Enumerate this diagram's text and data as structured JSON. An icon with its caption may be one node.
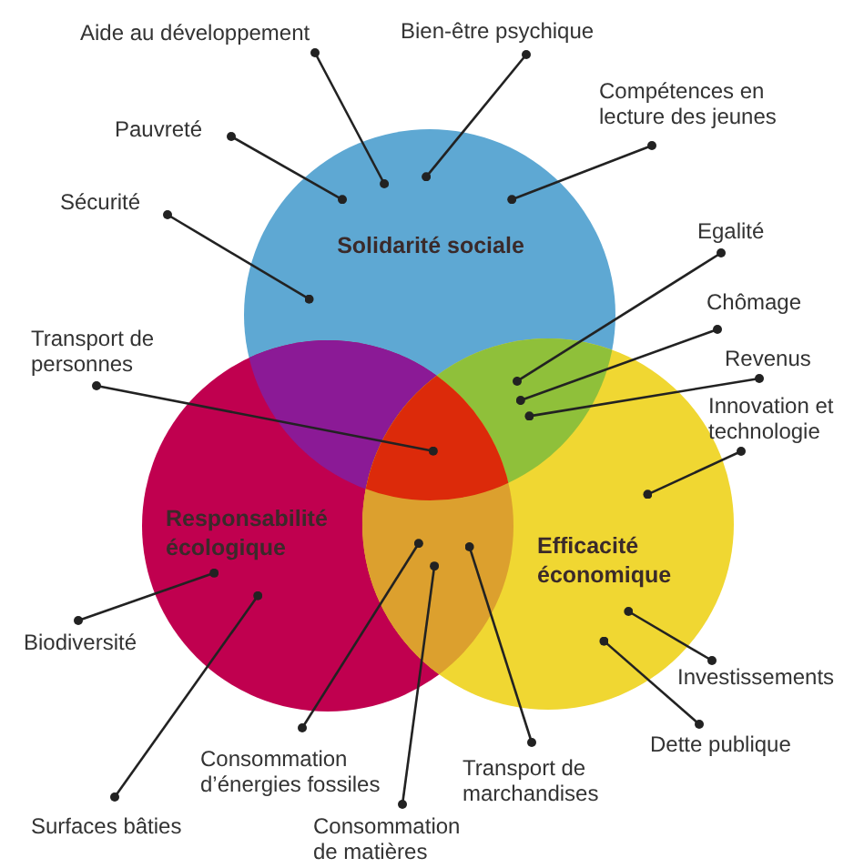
{
  "diagram": {
    "nodes": [
      {
        "text": [
          "Solidarité sociale"
        ]
      },
      {
        "text": [
          "Responsabilité écologique"
        ]
      },
      {
        "text": [
          "Efficacité économique"
        ]
      },
      {
        "text": [
          "Aide au développement"
        ]
      },
      {
        "text": [
          "Bien-être psychique"
        ]
      },
      {
        "text": [
          "Compétences en lecture des jeunes"
        ]
      },
      {
        "text": [
          "Pauvreté"
        ]
      },
      {
        "text": [
          "Sécurité"
        ]
      },
      {
        "text": [
          "Egalité"
        ]
      },
      {
        "text": [
          "Chômage"
        ]
      },
      {
        "text": [
          "Transport de personnes"
        ]
      },
      {
        "text": [
          "Revenus"
        ]
      },
      {
        "text": [
          "Innovation et technologie"
        ]
      },
      {
        "text": [
          "Biodiversité"
        ]
      },
      {
        "text": [
          "Investissements"
        ]
      },
      {
        "text": [
          "Dette publique"
        ]
      },
      {
        "text": [
          "Consommation d’énergies fossiles"
        ]
      },
      {
        "text": [
          "Transport de marchandises"
        ]
      },
      {
        "text": [
          "Surfaces bâties"
        ]
      },
      {
        "text": [
          "Consommation de matières"
        ]
      }
    ],
    "edges": [
      {
        "from": 3,
        "to": 0,
        "arrow": "other"
      },
      {
        "from": 4,
        "to": 0,
        "arrow": "other"
      },
      {
        "from": 5,
        "to": 0,
        "arrow": "other"
      },
      {
        "from": 6,
        "to": 0,
        "arrow": "other"
      },
      {
        "from": 7,
        "to": 0,
        "arrow": "other"
      },
      {
        "from": 8,
        "to": 0,
        "arrow": "other"
      },
      {
        "from": 9,
        "to": 0,
        "arrow": "other"
      },
      {
        "from": 10,
        "to": 0,
        "arrow": "other"
      },
      {
        "from": 11,
        "to": 0,
        "arrow": "other"
      },
      {
        "from": 12,
        "to": 2,
        "arrow": "other"
      },
      {
        "from": 13,
        "to": 1,
        "arrow": "other"
      },
      {
        "from": 14,
        "to": 2,
        "arrow": "other"
      },
      {
        "from": 15,
        "to": 2,
        "arrow": "other"
      },
      {
        "from": 16,
        "to": 1,
        "arrow": "other"
      },
      {
        "from": 17,
        "to": 2,
        "arrow": "other"
      },
      {
        "from": 18,
        "to": 1,
        "arrow": "other"
      },
      {
        "from": 19,
        "to": 1,
        "arrow": "other"
      }
    ]
  }
}
